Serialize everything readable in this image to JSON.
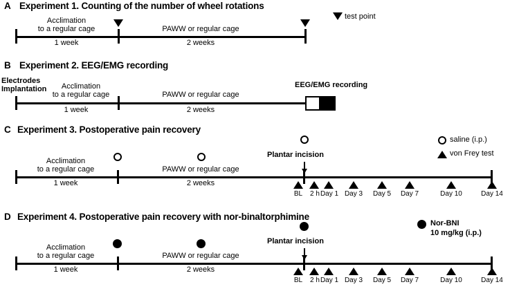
{
  "figure": {
    "title": "Experimental design timelines",
    "panels": [
      {
        "letter": "A",
        "heading": "Experiment 1. Counting of the number of wheel rotations",
        "phase1_line1": "Acclimation",
        "phase1_line2": "to a regular cage",
        "phase1_duration": "1 week",
        "phase2_label": "PAWW or regular cage",
        "phase2_duration": "2 weeks",
        "legend": [
          {
            "marker": "triangle-down",
            "label": "test point"
          }
        ],
        "markers": [
          {
            "type": "triangle-down",
            "at": "end of week 1"
          },
          {
            "type": "triangle-down",
            "at": "end of week 3"
          }
        ]
      },
      {
        "letter": "B",
        "heading": "Experiment 2. EEG/EMG recording",
        "start_label_line1": "Electrodes",
        "start_label_line2": "Implantation",
        "phase1_line1": "Acclimation",
        "phase1_line2": "to a regular cage",
        "phase1_duration": "1 week",
        "phase2_label": "PAWW or regular cage",
        "phase2_duration": "2 weeks",
        "recording_label": "EEG/EMG recording",
        "recording_blocks": [
          "light-phase",
          "dark-phase"
        ]
      },
      {
        "letter": "C",
        "heading": "Experiment 3. Postoperative pain recovery",
        "phase1_line1": "Acclimation",
        "phase1_line2": "to a regular cage",
        "phase1_duration": "1 week",
        "phase2_label": "PAWW or regular cage",
        "phase2_duration": "2 weeks",
        "incision_label": "Plantar incision",
        "legend": [
          {
            "marker": "open-circle",
            "label": "saline (i.p.)"
          },
          {
            "marker": "triangle-up",
            "label": "von Frey test"
          }
        ],
        "injections": [
          {
            "marker": "open-circle",
            "at": "week 1"
          },
          {
            "marker": "open-circle",
            "at": "week 2"
          },
          {
            "marker": "open-circle",
            "at": "incision day"
          }
        ],
        "test_points": [
          "BL",
          "2 h",
          "Day 1",
          "Day 3",
          "Day 5",
          "Day 7",
          "Day 10",
          "Day 14"
        ]
      },
      {
        "letter": "D",
        "heading": "Experiment 4. Postoperative pain recovery with nor-binaltorphimine",
        "phase1_line1": "Acclimation",
        "phase1_line2": "to a regular cage",
        "phase1_duration": "1 week",
        "phase2_label": "PAWW or regular cage",
        "phase2_duration": "2 weeks",
        "incision_label": "Plantar incision",
        "legend": [
          {
            "marker": "filled-circle",
            "label_line1": "Nor-BNI",
            "label_line2": "10 mg/kg (i.p.)"
          }
        ],
        "injections": [
          {
            "marker": "filled-circle",
            "at": "week 1"
          },
          {
            "marker": "filled-circle",
            "at": "week 2"
          },
          {
            "marker": "filled-circle",
            "at": "incision day"
          }
        ],
        "test_points": [
          "BL",
          "2 h",
          "Day 1",
          "Day 3",
          "Day 5",
          "Day 7",
          "Day 10",
          "Day 14"
        ]
      }
    ],
    "colors": {
      "ink": "#000000",
      "paper": "#ffffff"
    }
  }
}
